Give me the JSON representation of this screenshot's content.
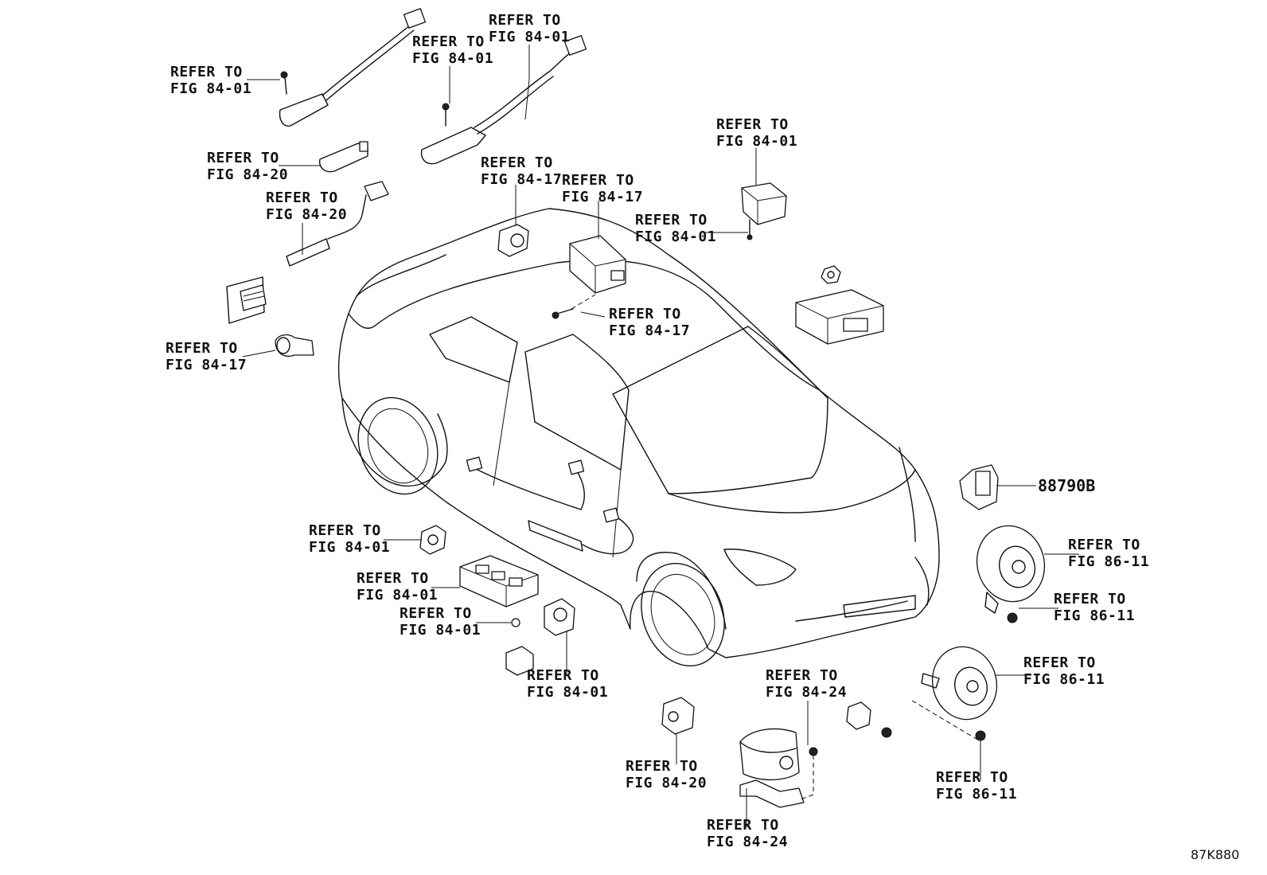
{
  "refer_line1": "REFER TO",
  "callouts": [
    {
      "id": "c01",
      "fig": "FIG 84-01"
    },
    {
      "id": "c02",
      "fig": "FIG 84-01"
    },
    {
      "id": "c03",
      "fig": "FIG 84-01"
    },
    {
      "id": "c04",
      "fig": "FIG 84-20"
    },
    {
      "id": "c05",
      "fig": "FIG 84-20"
    },
    {
      "id": "c06",
      "fig": "FIG 84-17"
    },
    {
      "id": "c07",
      "fig": "FIG 84-17"
    },
    {
      "id": "c08",
      "fig": "FIG 84-01"
    },
    {
      "id": "c09",
      "fig": "FIG 84-01"
    },
    {
      "id": "c10",
      "fig": "FIG 84-17"
    },
    {
      "id": "c11",
      "fig": "FIG 84-17"
    },
    {
      "id": "c12",
      "fig": "FIG 84-01"
    },
    {
      "id": "c13",
      "fig": "FIG 84-01"
    },
    {
      "id": "c14",
      "fig": "FIG 84-01"
    },
    {
      "id": "c15",
      "fig": "FIG 84-01"
    },
    {
      "id": "c16",
      "fig": "FIG 86-11"
    },
    {
      "id": "c17",
      "fig": "FIG 86-11"
    },
    {
      "id": "c18",
      "fig": "FIG 86-11"
    },
    {
      "id": "c19",
      "fig": "FIG 84-24"
    },
    {
      "id": "c20",
      "fig": "FIG 84-20"
    },
    {
      "id": "c21",
      "fig": "FIG 84-24"
    },
    {
      "id": "c22",
      "fig": "FIG 86-11"
    }
  ],
  "part_number": "88790B",
  "diagram_code": "87K880"
}
